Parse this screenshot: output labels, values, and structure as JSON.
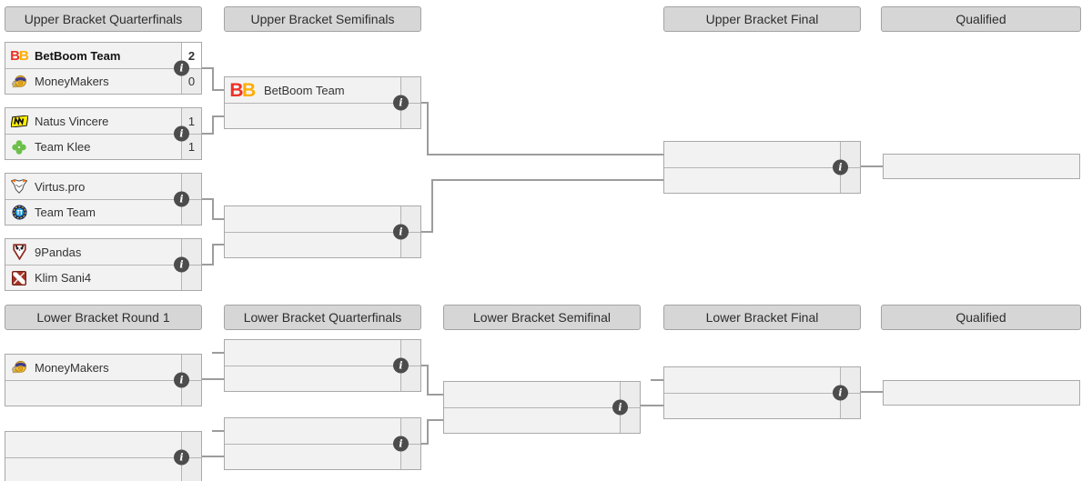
{
  "bracket": {
    "headers": {
      "ub_qf": "Upper Bracket Quarterfinals",
      "ub_sf": "Upper Bracket Semifinals",
      "ub_final": "Upper Bracket Final",
      "ub_qualified": "Qualified",
      "lb_r1": "Lower Bracket Round 1",
      "lb_qf": "Lower Bracket Quarterfinals",
      "lb_sf": "Lower Bracket Semifinal",
      "lb_final": "Lower Bracket Final",
      "lb_qualified": "Qualified"
    },
    "matches": {
      "ub_qf_1": {
        "top": {
          "name": "BetBoom Team",
          "score": "2",
          "winner": true,
          "logo": "betboom-logo"
        },
        "bottom": {
          "name": "MoneyMakers",
          "score": "0",
          "winner": false,
          "logo": "moneymakers-logo"
        }
      },
      "ub_qf_2": {
        "top": {
          "name": "Natus Vincere",
          "score": "1",
          "logo": "navi-logo"
        },
        "bottom": {
          "name": "Team Klee",
          "score": "1",
          "logo": "team-klee-logo"
        }
      },
      "ub_qf_3": {
        "top": {
          "name": "Virtus.pro",
          "score": "",
          "logo": "virtus-pro-logo"
        },
        "bottom": {
          "name": "Team Team",
          "score": "",
          "logo": "team-team-logo"
        }
      },
      "ub_qf_4": {
        "top": {
          "name": "9Pandas",
          "score": "",
          "logo": "9pandas-logo"
        },
        "bottom": {
          "name": "Klim Sani4",
          "score": "",
          "logo": "dota2-logo"
        }
      },
      "ub_sf_1": {
        "top": {
          "name": "BetBoom Team",
          "score": "",
          "logo": "betboom-logo"
        },
        "bottom": {
          "name": "",
          "score": ""
        }
      },
      "ub_sf_2": {
        "top": {
          "name": "",
          "score": ""
        },
        "bottom": {
          "name": "",
          "score": ""
        }
      },
      "ub_final_match": {
        "top": {
          "name": "",
          "score": ""
        },
        "bottom": {
          "name": "",
          "score": ""
        }
      },
      "lb_r1_1": {
        "top": {
          "name": "MoneyMakers",
          "score": "",
          "logo": "moneymakers-logo"
        },
        "bottom": {
          "name": "",
          "score": ""
        }
      },
      "lb_r1_2": {
        "top": {
          "name": "",
          "score": ""
        },
        "bottom": {
          "name": "",
          "score": ""
        }
      },
      "lb_qf_1": {
        "top": {
          "name": "",
          "score": ""
        },
        "bottom": {
          "name": "",
          "score": ""
        }
      },
      "lb_qf_2": {
        "top": {
          "name": "",
          "score": ""
        },
        "bottom": {
          "name": "",
          "score": ""
        }
      },
      "lb_sf_match": {
        "top": {
          "name": "",
          "score": ""
        },
        "bottom": {
          "name": "",
          "score": ""
        }
      },
      "lb_final_match": {
        "top": {
          "name": "",
          "score": ""
        },
        "bottom": {
          "name": "",
          "score": ""
        }
      }
    },
    "qualified_slots": {
      "upper": "",
      "lower": ""
    }
  },
  "icons": {
    "info_glyph": "i",
    "betboom_b1": "B",
    "betboom_b2": "B"
  },
  "colors": {
    "connector": "#9c9c9c",
    "header_bg": "#d6d6d6",
    "box_bg": "#f2f2f2",
    "winner_score_bg": "#ffffff",
    "info_icon_bg": "#4c4c4c"
  }
}
